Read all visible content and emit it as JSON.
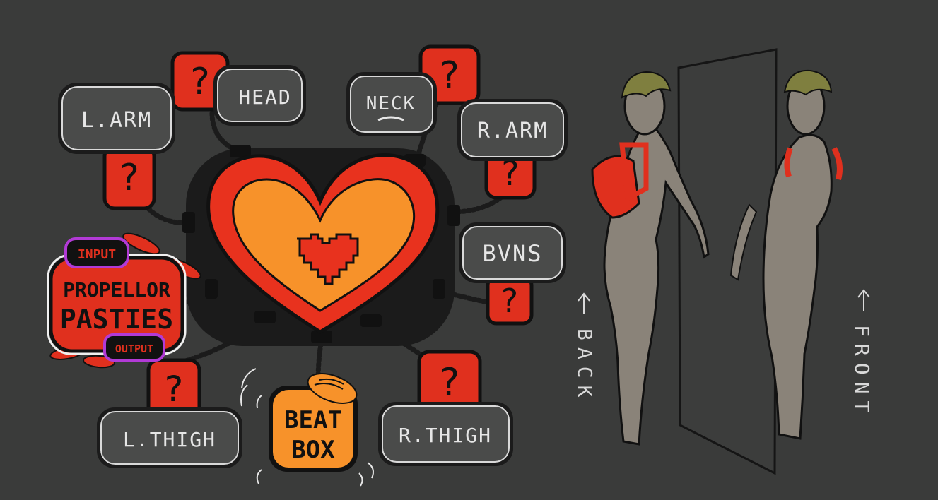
{
  "colors": {
    "background": "#3a3b3a",
    "box_fill": "#4a4b4a",
    "box_stroke": "#d9d9d9",
    "red": "#e0301e",
    "orange": "#f7922a",
    "heart_outer": "#e8321e",
    "dark": "#1b1b1b",
    "figure": "#8a8379",
    "purple": "#b23ad6"
  },
  "slots": {
    "l_arm": "L.ARM",
    "head": "HEAD",
    "neck": "NECK",
    "r_arm": "R.ARM",
    "buns": "BVNS",
    "l_thigh": "L.THIGH",
    "r_thigh": "R.THIGH"
  },
  "unknown_mark": "?",
  "propellor": {
    "input_label": "INPUT",
    "title_line1": "PROPELLOR",
    "title_line2": "PASTIES",
    "output_label": "OUTPUT"
  },
  "beatbox": {
    "line1": "BEAT",
    "line2": "BOX"
  },
  "views": {
    "back_label": "BACK",
    "front_label": "FRONT"
  }
}
